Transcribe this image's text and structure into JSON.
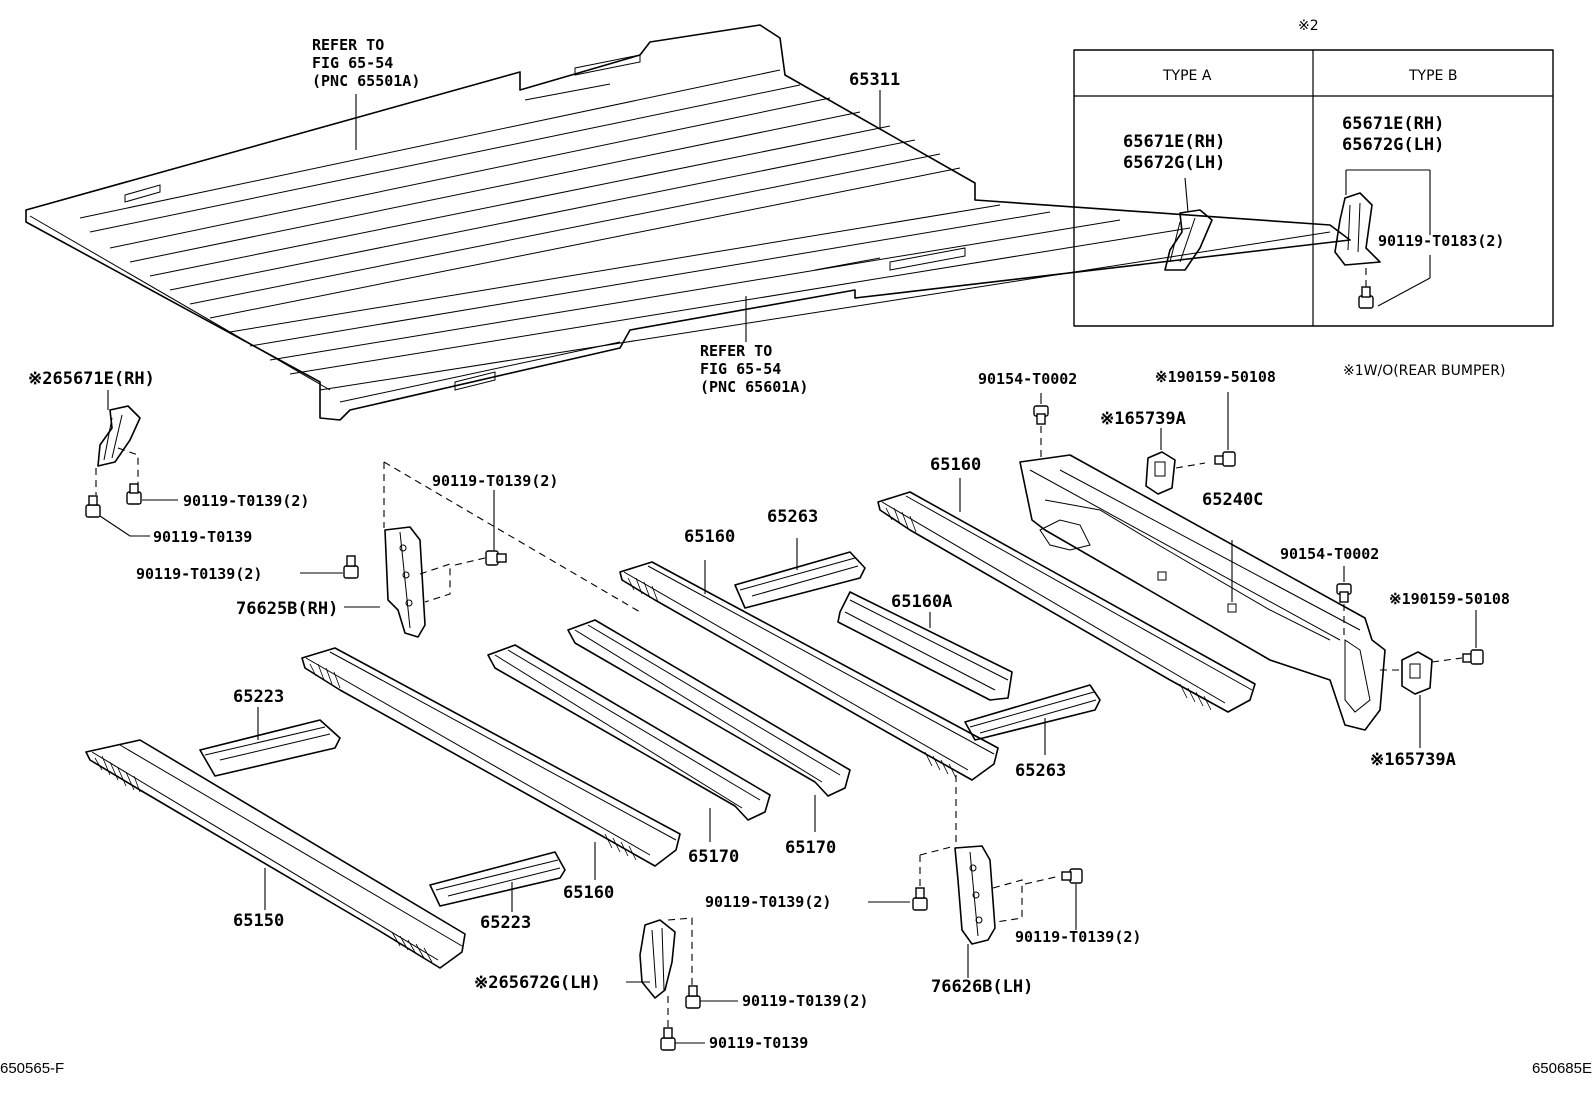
{
  "diagram_code_left": "650565-F",
  "diagram_code_right": "650685E",
  "inset": {
    "marker": "※2",
    "type_a": {
      "header": "TYPE A",
      "label_rh": "65671E(RH)",
      "label_lh": "65672G(LH)"
    },
    "type_b": {
      "header": "TYPE B",
      "label_rh": "65671E(RH)",
      "label_lh": "65672G(LH)",
      "bolt": "90119-T0183(2)"
    }
  },
  "note": "※1W/O(REAR BUMPER)",
  "refs": {
    "upper": {
      "line1": "REFER TO",
      "line2": "FIG 65-54",
      "line3": "(PNC 65501A)"
    },
    "lower": {
      "line1": "REFER TO",
      "line2": "FIG 65-54",
      "line3": "(PNC 65601A)"
    }
  },
  "labels": {
    "floor_panel": "65311",
    "rh_bracket": "※265671E(RH)",
    "rh_bolt_pair": "90119-T0139(2)",
    "rh_bolt_single": "90119-T0139",
    "hinge_bolt_top": "90119-T0139(2)",
    "hinge_bolt_left": "90119-T0139(2)",
    "hinge_rh": "76625B(RH)",
    "sill_mid": "65160",
    "sill_right": "65160",
    "gusset_top": "65263",
    "channel": "65160A",
    "stud_top": "90154-T0002",
    "bolt_note_top": "※190159-50108",
    "pad_top": "※165739A",
    "rear_crossmember": "65240C",
    "stud_right": "90154-T0002",
    "bolt_note_right": "※190159-50108",
    "pad_right": "※165739A",
    "gusset_right": "65263",
    "gusset_left_top": "65223",
    "gusset_left_bottom": "65223",
    "sill_front": "65150",
    "sill_left_mid": "65160",
    "rail_a": "65170",
    "rail_b": "65170",
    "hinge_lh": "76626B(LH)",
    "hinge_lh_bolt_left": "90119-T0139(2)",
    "hinge_lh_bolt_right": "90119-T0139(2)",
    "lh_bracket": "※265672G(LH)",
    "lh_bolt_pair": "90119-T0139(2)",
    "lh_bolt_single": "90119-T0139"
  }
}
